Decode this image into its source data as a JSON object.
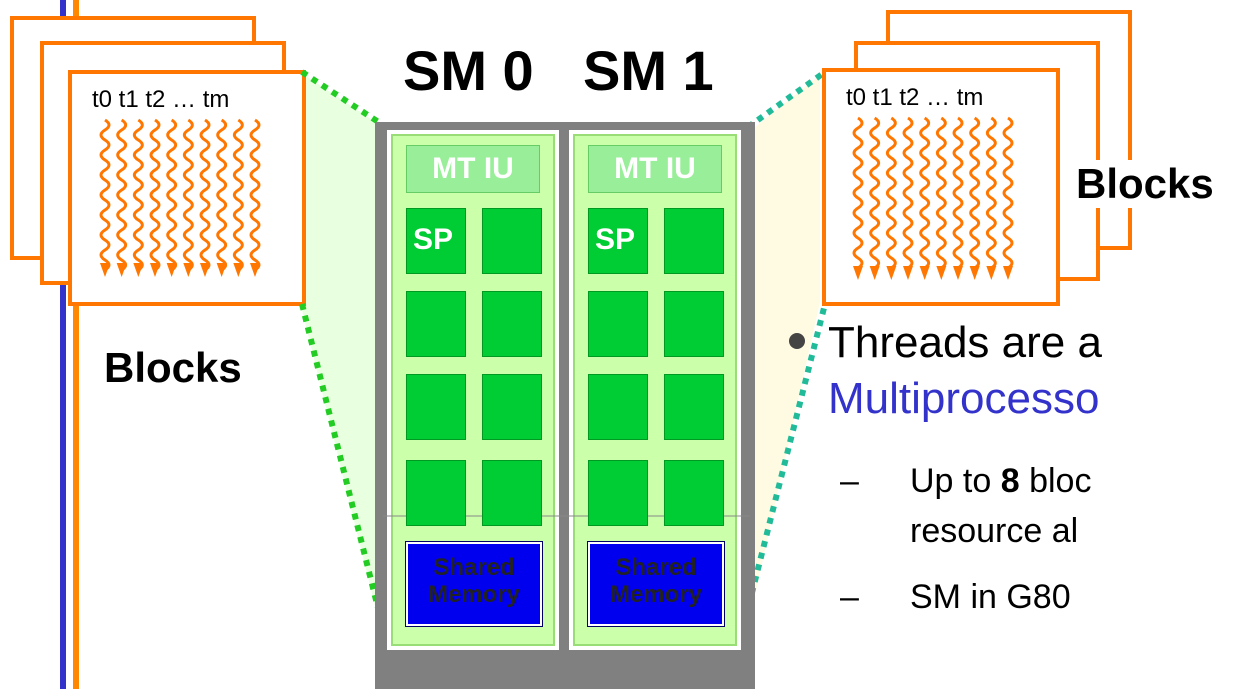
{
  "sm_titles": [
    "SM 0",
    "SM 1"
  ],
  "sm0": {
    "mtiu": "MT IU",
    "sp": "SP",
    "shared_line1": "Shared",
    "shared_line2": "Memory"
  },
  "sm1": {
    "mtiu": "MT IU",
    "sp": "SP",
    "shared_line1": "Shared",
    "shared_line2": "Memory"
  },
  "left_blocks": {
    "threads": "t0 t1 t2 … tm",
    "label": "Blocks"
  },
  "right_blocks": {
    "threads": "t0 t1 t2 … tm",
    "label": "Blocks"
  },
  "bullet": {
    "line1": "Threads are a",
    "line2": "Multiprocesso"
  },
  "subbullets": [
    {
      "dash": "–",
      "pre": "Up to ",
      "bold": "8",
      "post": " bloc",
      "line2": "resource al"
    },
    {
      "dash": "–",
      "text": "SM in G80"
    }
  ],
  "colors": {
    "orange": "#ff7700",
    "green": "#00cc33",
    "light_green": "#ccffaa",
    "blue": "#0000ee",
    "gray": "#808080",
    "accent": "#3333cc"
  }
}
